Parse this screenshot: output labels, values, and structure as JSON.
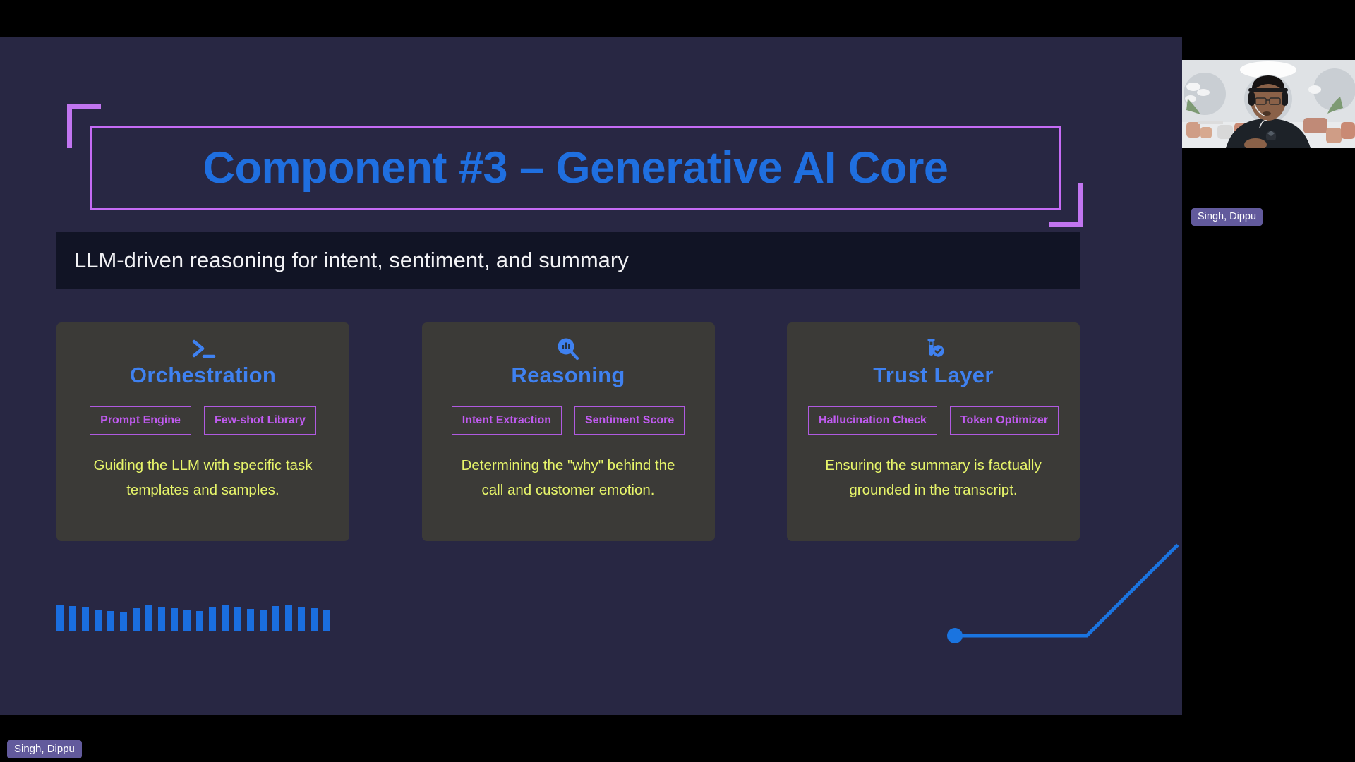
{
  "meeting": {
    "participant_name": "Singh, Dippu",
    "speaker_name": "Singh, Dippu",
    "camera_label": "participant-video",
    "background_color": "#000000"
  },
  "slide": {
    "background_color": "#282743",
    "accent_purple": "#c56bf5",
    "accent_blue": "#1f6fe0",
    "desc_color": "#e7f56a",
    "title": "Component #3 – Generative AI Core",
    "subtitle": "LLM-driven reasoning for intent, sentiment, and summary",
    "cards": [
      {
        "icon": "terminal-prompt-icon",
        "title": "Orchestration",
        "chips": [
          "Prompt Engine",
          "Few-shot Library"
        ],
        "description": "Guiding the LLM with specific task templates and samples."
      },
      {
        "icon": "magnifier-barchart-icon",
        "title": "Reasoning",
        "chips": [
          "Intent Extraction",
          "Sentiment Score"
        ],
        "description": "Determining the \"why\" behind the call and customer emotion."
      },
      {
        "icon": "test-tube-check-icon",
        "title": "Trust Layer",
        "chips": [
          "Hallucination Check",
          "Token Optimizer"
        ],
        "description": "Ensuring the summary is factually grounded in the transcript."
      }
    ],
    "decorations": {
      "equalizer_bar_count": 22,
      "equalizer_color": "#1a6ee0",
      "connector_line_color": "#1a74e0"
    }
  }
}
